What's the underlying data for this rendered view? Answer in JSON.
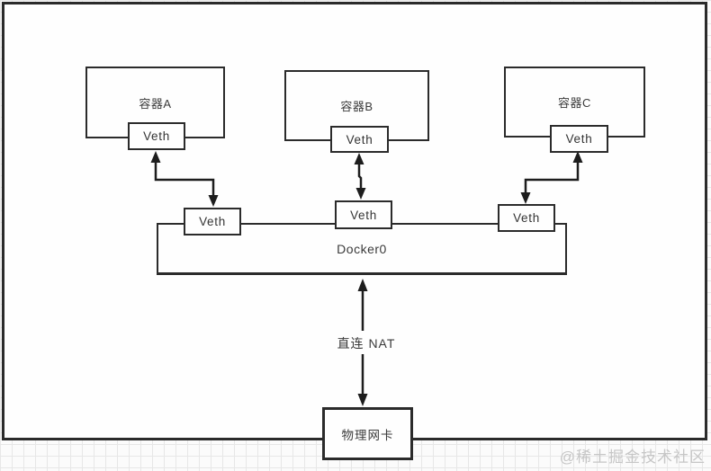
{
  "diagram": {
    "containers": [
      {
        "label": "容器A"
      },
      {
        "label": "容器B"
      },
      {
        "label": "容器C"
      }
    ],
    "veth_upper": [
      {
        "label": "Veth"
      },
      {
        "label": "Veth"
      },
      {
        "label": "Veth"
      }
    ],
    "veth_lower": [
      {
        "label": "Veth"
      },
      {
        "label": "Veth"
      },
      {
        "label": "Veth"
      }
    ],
    "bridge": {
      "label": "Docker0"
    },
    "nat": {
      "label": "直连 NAT"
    },
    "nic": {
      "label": "物理网卡"
    }
  },
  "watermark": {
    "text": "@稀土掘金技术社区"
  },
  "colors": {
    "line": "#1d1d1d",
    "box_border": "#2b2b2b",
    "box_fill": "#fefefe",
    "text": "#3a3a3a",
    "watermark": "#c6c6c6",
    "grid_line": "#e7e7e7"
  }
}
